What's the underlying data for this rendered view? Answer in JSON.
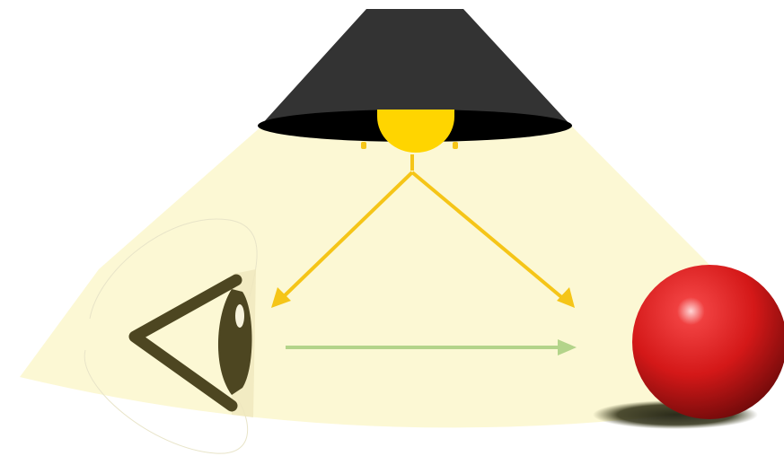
{
  "diagram": {
    "description_elements": [
      "lamp",
      "light-cone",
      "eye",
      "ball"
    ],
    "colors": {
      "background": "#ffffff",
      "light_cone": "#fcf8d4",
      "lamp_shade": "#333333",
      "lamp_shade_rim": "#000000",
      "bulb": "#ffd500",
      "light_ray_arrow": "#f5c518",
      "sight_arrow": "#b3d48a",
      "eye": "#4d4621",
      "ball": "#d81c1c",
      "ball_shadow": "#3a3a1a"
    },
    "arrows": [
      {
        "name": "light-to-eye-arrow",
        "from": "lamp",
        "to": "eye",
        "color_key": "light_ray_arrow"
      },
      {
        "name": "light-to-ball-arrow",
        "from": "lamp",
        "to": "ball",
        "color_key": "light_ray_arrow"
      },
      {
        "name": "sight-arrow",
        "from": "eye",
        "to": "ball",
        "color_key": "sight_arrow"
      }
    ]
  }
}
